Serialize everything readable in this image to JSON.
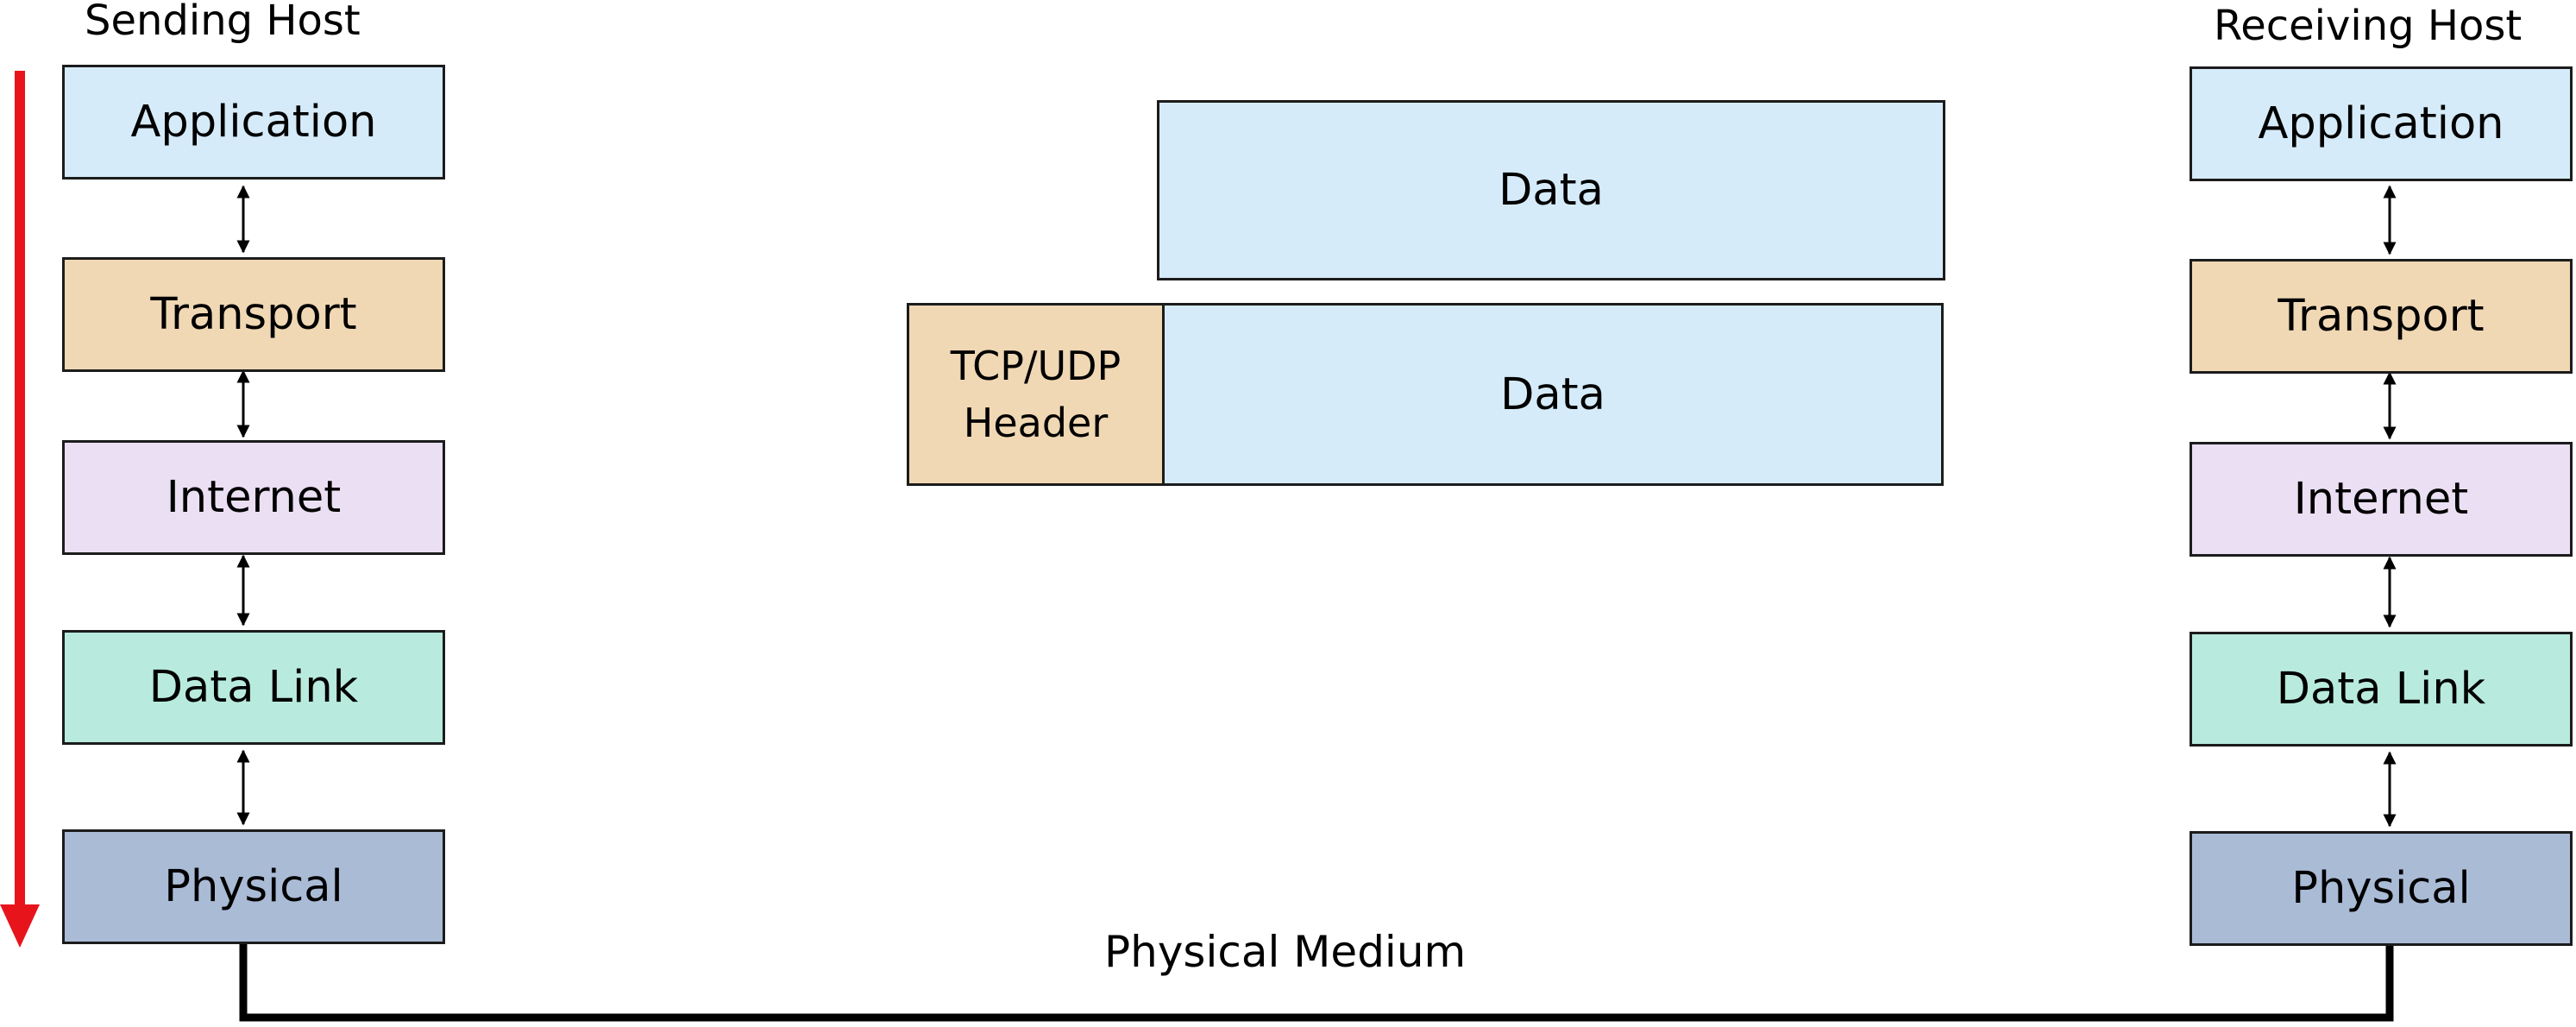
{
  "sending_host": {
    "title": "Sending Host",
    "layers": [
      "Application",
      "Transport",
      "Internet",
      "Data Link",
      "Physical"
    ]
  },
  "receiving_host": {
    "title": "Receiving Host",
    "layers": [
      "Application",
      "Transport",
      "Internet",
      "Data Link",
      "Physical"
    ]
  },
  "packets": {
    "data_only": "Data",
    "segment_header_line1": "TCP/UDP",
    "segment_header_line2": "Header",
    "segment_data": "Data"
  },
  "physical_medium_label": "Physical Medium",
  "colors": {
    "application": "#d6ebf9",
    "transport": "#f0d8b4",
    "internet": "#ebdff4",
    "data_link": "#b8ebdd",
    "physical": "#aabbd6",
    "flow_arrow": "#e8141c",
    "border": "#1c1c1c"
  }
}
